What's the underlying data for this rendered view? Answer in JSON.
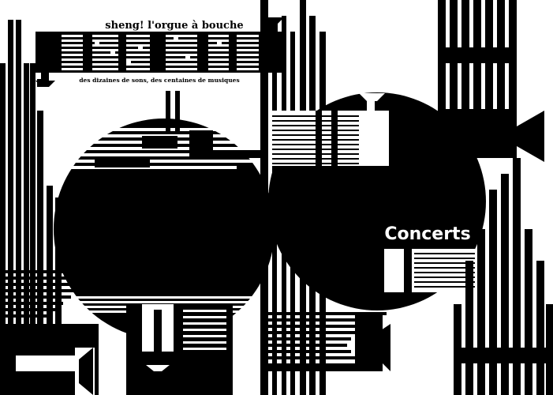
{
  "poster": {
    "title": "sheng! l'orgue à bouche",
    "subtitle": "des dizaines de sons, des centaines de musiques",
    "headline": "Concerts"
  },
  "colors": {
    "ink": "#000000",
    "paper": "#ffffff"
  },
  "artwork": {
    "motif": "sheng-mouth-organ-pipes",
    "style": "black-and-white-geometric-stripes"
  }
}
